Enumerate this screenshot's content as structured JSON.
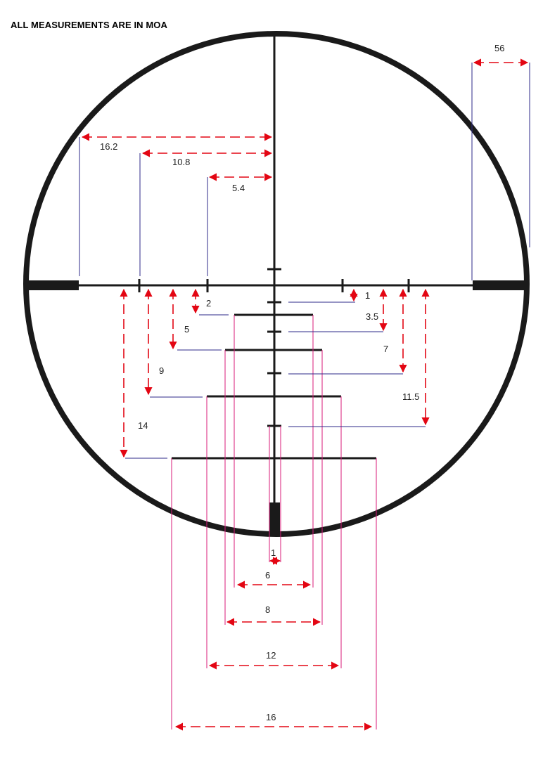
{
  "title": "ALL MEASUREMENTS ARE IN MOA",
  "colors": {
    "arrow": "#e30613",
    "leader": "#2d2a8a",
    "subtension": "#d81b7a",
    "reticle": "#1a1a1a"
  },
  "labels": {
    "field_of_view": "56",
    "left_16_2": "16.2",
    "left_10_8": "10.8",
    "left_5_4": "5.4",
    "drop_2": "2",
    "drop_5": "5",
    "drop_9": "9",
    "drop_14": "14",
    "right_1": "1",
    "right_3_5": "3.5",
    "right_7": "7",
    "right_11_5": "11.5",
    "post_width_1": "1",
    "bar_6": "6",
    "bar_8": "8",
    "bar_12": "12",
    "bar_16": "16"
  }
}
